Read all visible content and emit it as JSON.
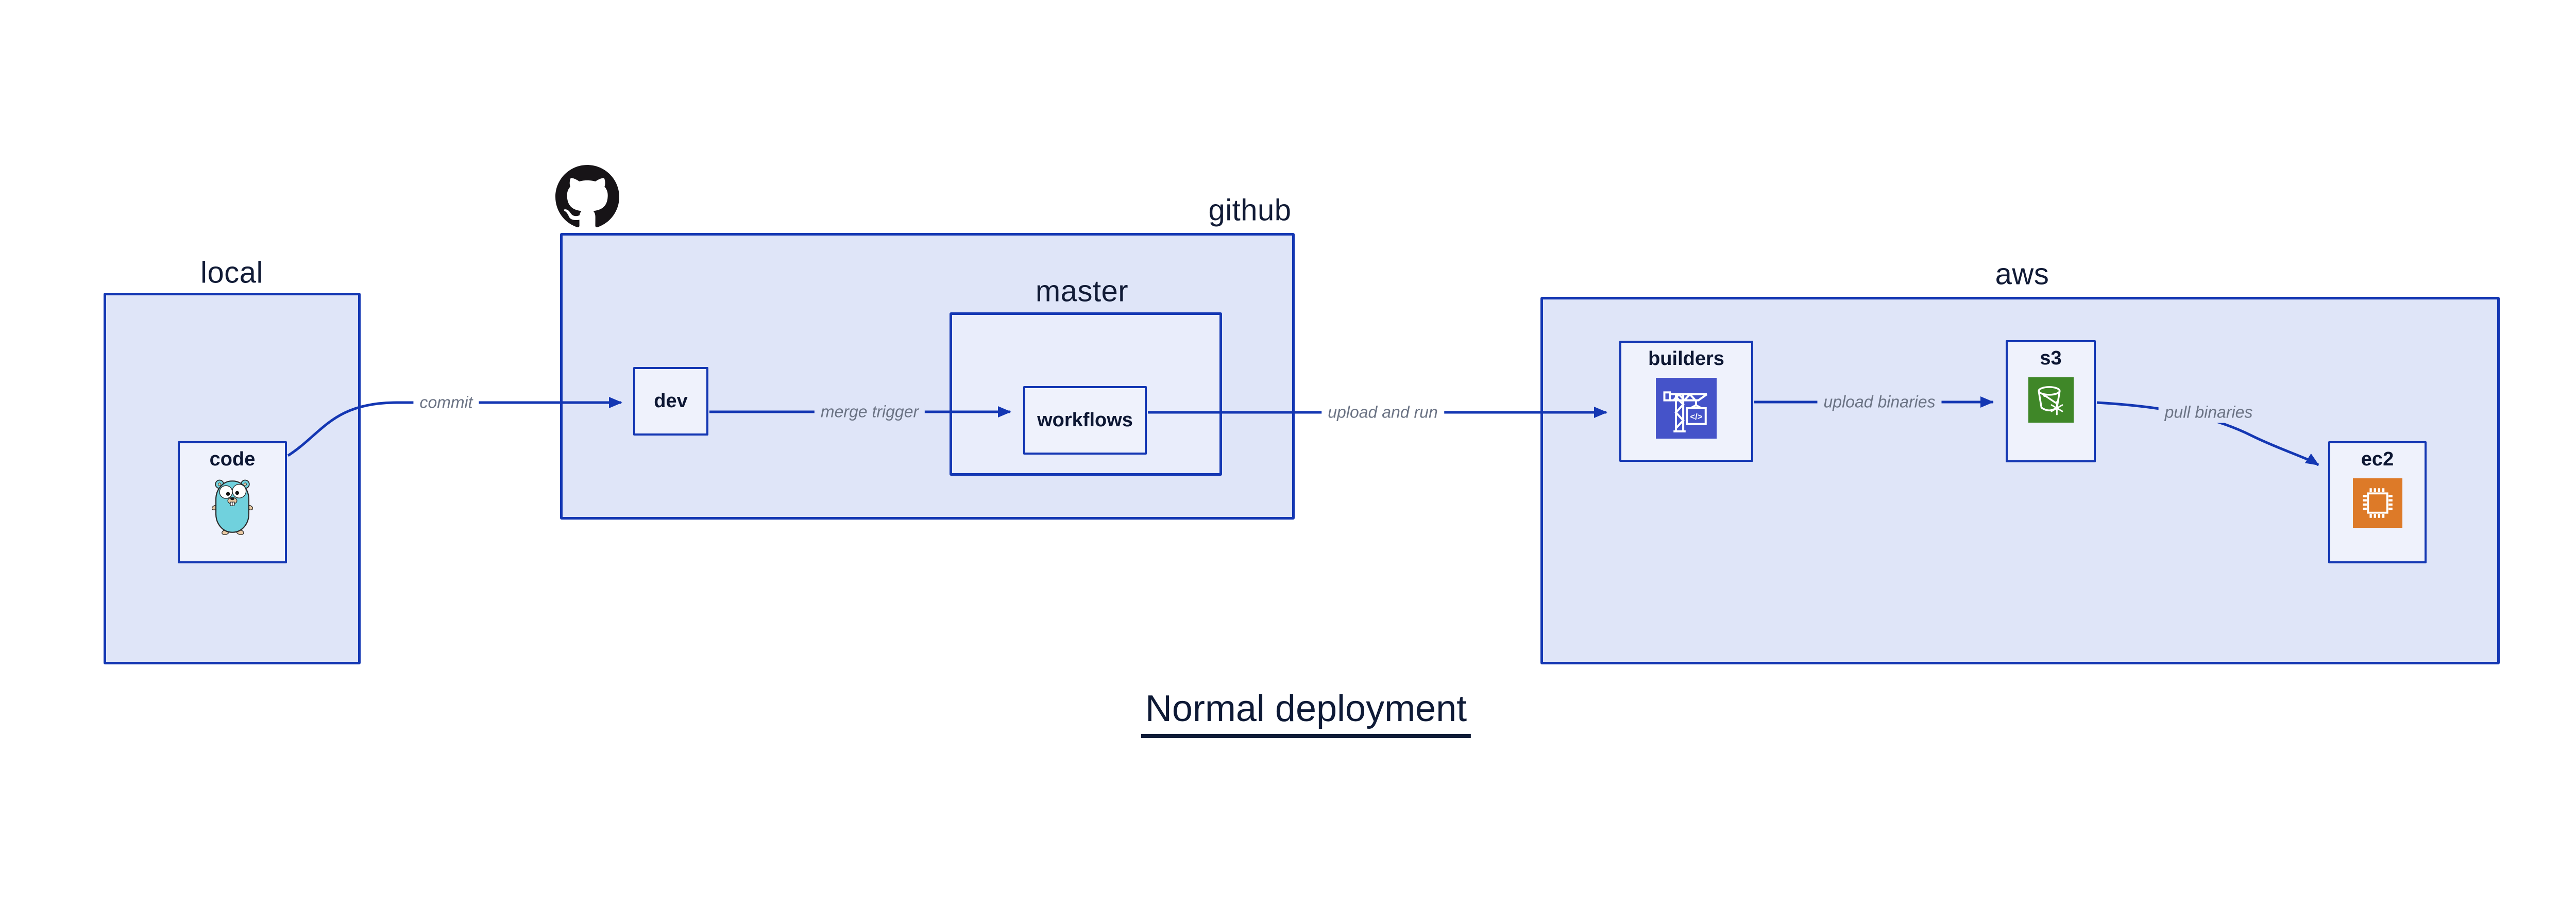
{
  "title": {
    "text": "Normal deployment"
  },
  "colors": {
    "line_blue": "#1437b3",
    "container_fill": "#dfe5f8",
    "master_fill": "#e9edfb",
    "node_fill": "#eff2fc",
    "dark_text": "#0d1733",
    "edge_label_gray": "#6b7384",
    "builders_icon_bg": "#4553c9",
    "s3_icon_bg": "#3f8728",
    "ec2_icon_bg": "#dd7a28",
    "github_logo_black": "#171417",
    "gopher_teal": "#70d1dd"
  },
  "sections": {
    "local": {
      "label": "local"
    },
    "github": {
      "label": "github"
    },
    "master": {
      "label": "master"
    },
    "aws": {
      "label": "aws"
    }
  },
  "nodes": {
    "code": {
      "label": "code"
    },
    "dev": {
      "label": "dev"
    },
    "workflows": {
      "label": "workflows"
    },
    "builders": {
      "label": "builders",
      "icon_glyph": "</>"
    },
    "s3": {
      "label": "s3"
    },
    "ec2": {
      "label": "ec2"
    }
  },
  "edges": {
    "commit": {
      "label": "commit"
    },
    "merge_trigger": {
      "label": "merge trigger"
    },
    "upload_and_run": {
      "label": "upload and run"
    },
    "upload_binaries": {
      "label": "upload binaries"
    },
    "pull_binaries": {
      "label": "pull binaries"
    }
  }
}
